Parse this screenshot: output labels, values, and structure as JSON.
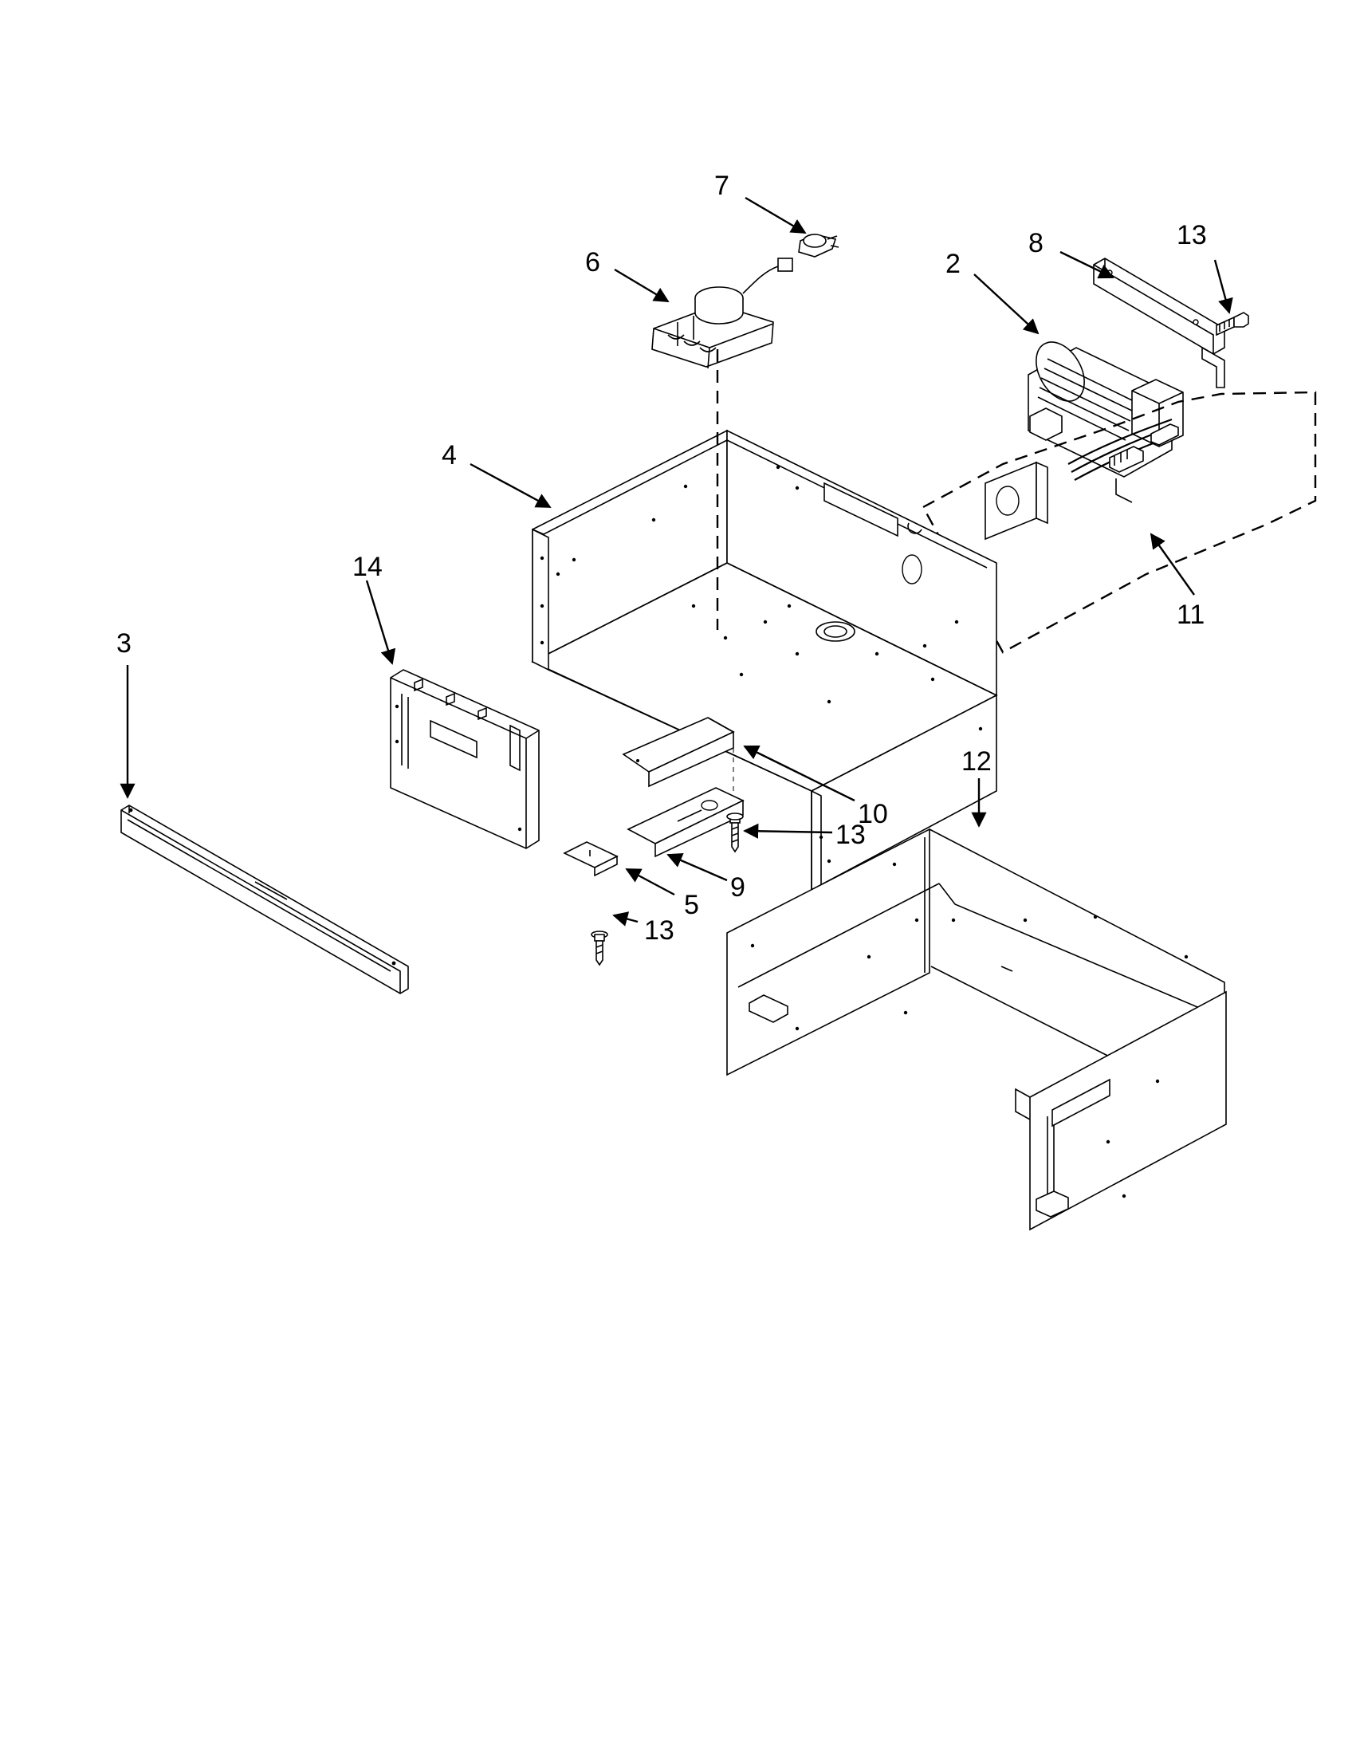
{
  "callouts": {
    "part_2": "2",
    "part_3": "3",
    "part_4": "4",
    "part_5": "5",
    "part_6": "6",
    "part_7": "7",
    "part_8": "8",
    "part_9": "9",
    "part_10": "10",
    "part_11": "11",
    "part_12": "12",
    "part_13_top": "13",
    "part_13_mid": "13",
    "part_13_low": "13",
    "part_14": "14"
  }
}
